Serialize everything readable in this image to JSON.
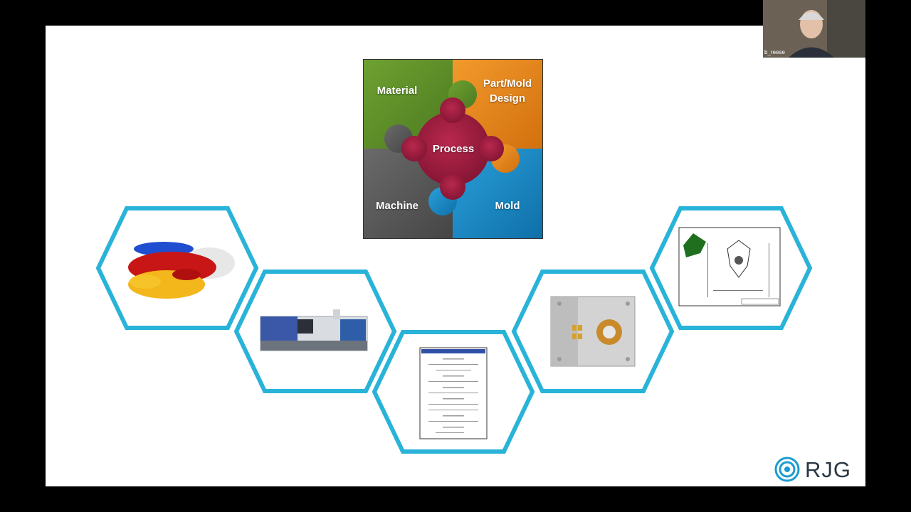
{
  "puzzle": {
    "material": "Material",
    "design_line1": "Part/Mold",
    "design_line2": "Design",
    "process": "Process",
    "machine": "Machine",
    "mold": "Mold"
  },
  "webcam": {
    "name": "b_reese"
  },
  "logo": {
    "text": "RJG"
  },
  "colors": {
    "hex_outline": "#29b3d8",
    "material": "#5e8f2a",
    "design": "#e8861c",
    "machine": "#555555",
    "mold": "#1a8ac6",
    "process": "#9e1b3c"
  }
}
